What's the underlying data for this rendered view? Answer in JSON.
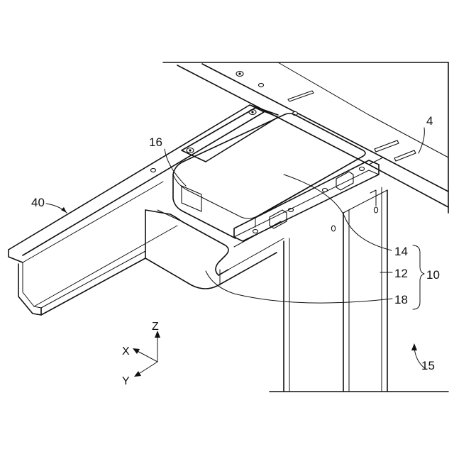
{
  "labels": {
    "ref_4": "4",
    "ref_16": "16",
    "ref_40": "40",
    "ref_14": "14",
    "ref_12": "12",
    "ref_10": "10",
    "ref_18": "18",
    "ref_15": "15"
  },
  "axes": {
    "z": "Z",
    "x": "X",
    "y": "Y"
  }
}
